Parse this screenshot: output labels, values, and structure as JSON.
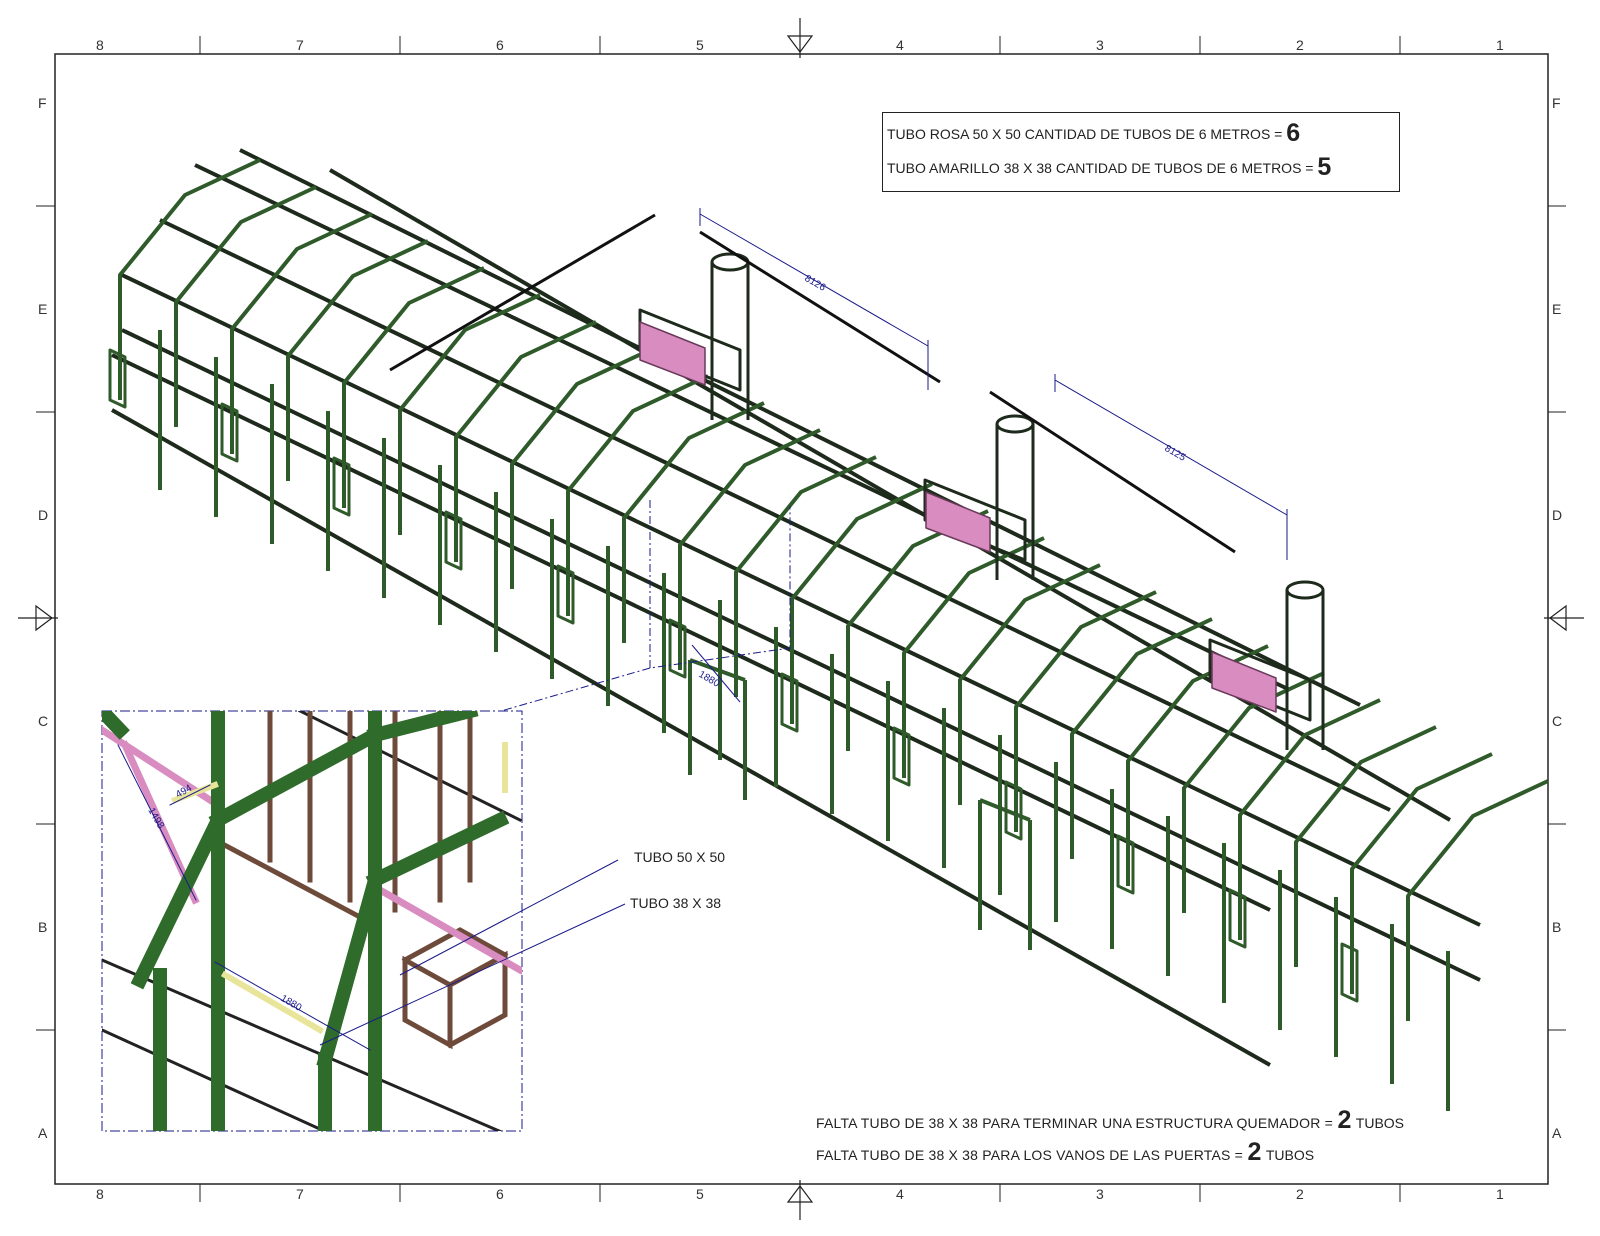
{
  "grid": {
    "columns": [
      "8",
      "7",
      "6",
      "5",
      "4",
      "3",
      "2",
      "1"
    ],
    "rows": [
      "F",
      "E",
      "D",
      "C",
      "B",
      "A"
    ]
  },
  "quantities": {
    "rosa_label": "TUBO ROSA 50 X 50  CANTIDAD DE TUBOS DE 6 METROS =",
    "rosa_value": "6",
    "amarillo_label": "TUBO AMARILLO 38 X 38 CANTIDAD DE TUBOS DE 6 METROS =",
    "amarillo_value": "5"
  },
  "dimensions": {
    "span_1": "8126",
    "span_2": "8125",
    "door_width": "1880",
    "detail_a": "494",
    "detail_b": "1498",
    "detail_c": "1880"
  },
  "callouts": {
    "tubo_50": "TUBO 50 X 50",
    "tubo_38": "TUBO 38 X 38"
  },
  "missing": {
    "line1_label": "FALTA TUBO DE 38 X 38  PARA TERMINAR UNA ESTRUCTURA QUEMADOR =",
    "line1_value": "2",
    "line1_unit": "TUBOS",
    "line2_label": "FALTA TUBO DE 38 X 38 PARA LOS VANOS DE LAS PUERTAS =",
    "line2_value": "2",
    "line2_unit": "TUBOS"
  },
  "colors": {
    "frame_green": "#2f5a2a",
    "frame_dark": "#1e2b1c",
    "tube_pink": "#d98cc0",
    "tube_yellow": "#e8e59a",
    "dimension_blue": "#1a1a8a",
    "border": "#222222"
  }
}
